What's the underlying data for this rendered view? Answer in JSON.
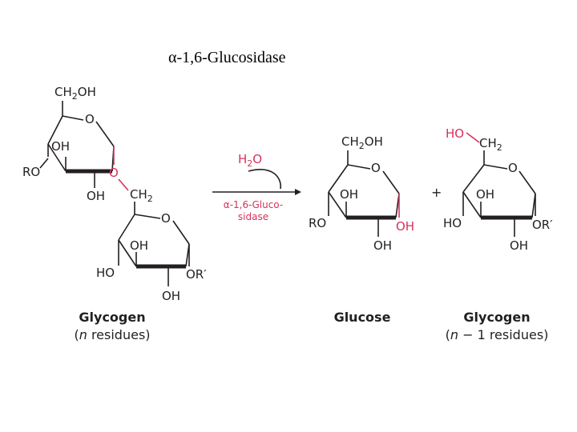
{
  "title": {
    "alpha": "α",
    "rest": "-1,6-Glucosidase"
  },
  "arrow": {
    "reagent_main": "H",
    "reagent_sub": "2",
    "reagent_o": "O",
    "enzyme_line1": "α-1,6-Gluco-",
    "enzyme_line2": "sidase"
  },
  "atoms": {
    "ch2oh_main": "CH",
    "ch2oh_sub": "2",
    "ch2oh_tail": "OH",
    "ch2_main": "CH",
    "ch2_sub": "2",
    "o": "O",
    "oh": "OH",
    "ho": "HO",
    "ro": "RO",
    "or_prime": "OR′"
  },
  "plus": "+",
  "labels": {
    "glycogen_left": {
      "name": "Glycogen",
      "n": "n",
      "rest": " residues)",
      "open": "("
    },
    "glucose": {
      "name": "Glucose"
    },
    "glycogen_right": {
      "name": "Glycogen",
      "open": "(",
      "n": "n",
      "rest": " − 1 residues)"
    }
  },
  "colors": {
    "highlight": "#d6325c",
    "ink": "#231f20"
  }
}
